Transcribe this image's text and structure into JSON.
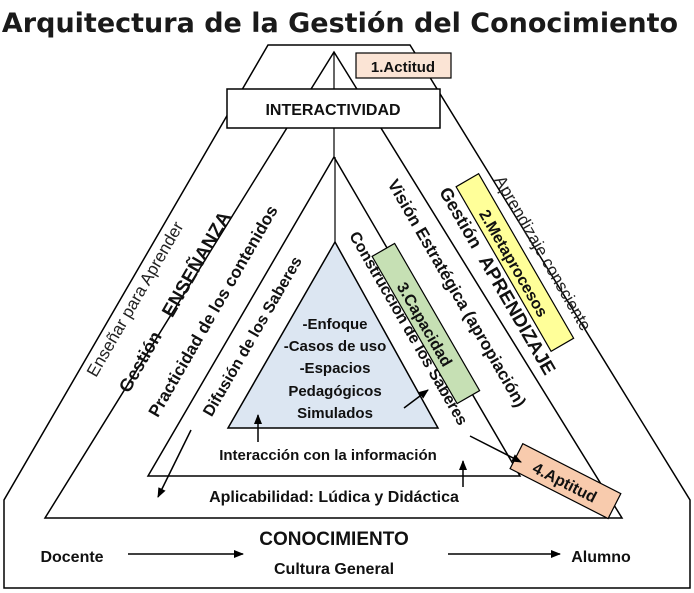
{
  "title": "Arquitectura de la Gestión del Conocimiento",
  "center": {
    "line1": "-Enfoque",
    "line2": "-Casos de uso",
    "line3": "-Espacios",
    "line4": "Pedagógicos",
    "line5": "Simulados"
  },
  "top_box": "INTERACTIVIDAD",
  "tags": {
    "actitud": "1.Actitud",
    "metaprocesos": "2.Metaprocesos",
    "capacidad": "3.Capacidad",
    "aptitud": "4.Aptitud"
  },
  "left_side": {
    "outer": "Enseñar para Aprender",
    "gestion": "Gestión",
    "ensenanza": "ENSEÑANZA",
    "practicidad": "Practicidad de los contenidos",
    "difusion": "Difusión de los Saberes"
  },
  "right_side": {
    "outer": "Aprendizaje consciente",
    "gestion": "Gestión",
    "aprendizaje": "APRENDIZAJE",
    "vision": "Visión Estratégica (apropiación)",
    "construccion": "Construcción de los Saberes"
  },
  "bottom": {
    "interaccion": "Interacción con la información",
    "aplicabilidad": "Aplicabilidad: Lúdica y Didáctica",
    "conocimiento": "CONOCIMIENTO",
    "cultura": "Cultura General",
    "docente": "Docente",
    "alumno": "Alumno"
  },
  "colors": {
    "center_fill": "#dce6f2",
    "actitud_fill": "#fbe4d5",
    "metaprocesos_fill": "#ffff99",
    "capacidad_fill": "#c6e0b4",
    "aptitud_fill": "#f8cbad"
  }
}
